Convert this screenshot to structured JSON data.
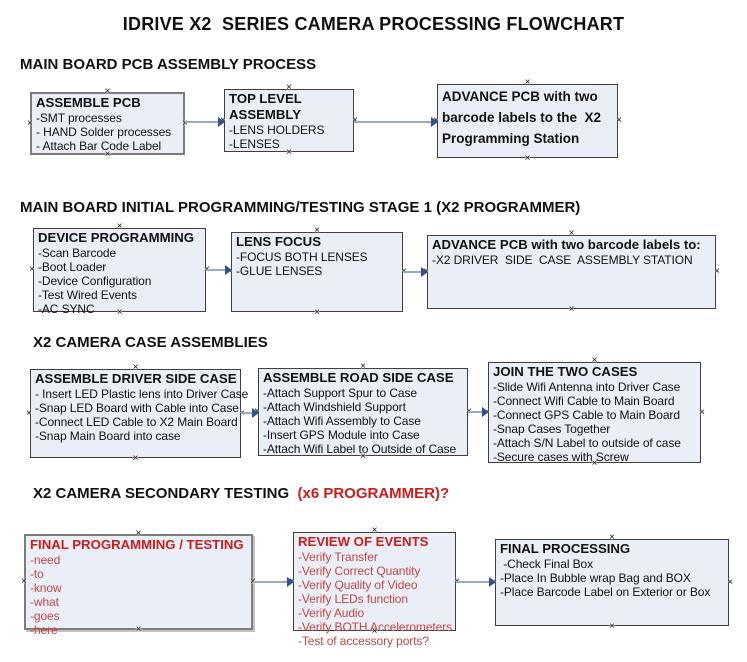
{
  "title": "IDRIVE X2  SERIES CAMERA PROCESSING FLOWCHART",
  "icons": {
    "connection_handle": "×"
  },
  "colors": {
    "box_fill": "#e9eef7",
    "box_border": "#3f3f3f",
    "selected_border": "#7c7c7c",
    "arrow_line": "#94abca",
    "arrow_head": "#31508e",
    "accent_red": "#cb1d1b",
    "red_item": "#c44744",
    "text": "#111111"
  },
  "sections": [
    {
      "text": "MAIN BOARD PCB ASSEMBLY PROCESS",
      "text_red": ""
    },
    {
      "text": "MAIN BOARD INITIAL PROGRAMMING/TESTING STAGE 1 (X2 PROGRAMMER)",
      "text_red": ""
    },
    {
      "text": "X2 CAMERA CASE ASSEMBLIES",
      "text_red": ""
    },
    {
      "text": "X2 CAMERA SECONDARY TESTING ",
      "text_red": " (x6 PROGRAMMER)?"
    }
  ],
  "boxes": {
    "assemble_pcb": {
      "title": "ASSEMBLE PCB",
      "items": [
        "-SMT processes",
        "- HAND Solder processes",
        "- Attach Bar Code Label"
      ]
    },
    "top_level_assembly": {
      "title": "TOP LEVEL ASSEMBLY",
      "items": [
        "-LENS HOLDERS",
        "-LENSES"
      ]
    },
    "advance_to_programming": {
      "title": "ADVANCE PCB with two barcode labels to the  X2 Programming Station",
      "items": []
    },
    "device_programming": {
      "title": "DEVICE PROGRAMMING",
      "items": [
        "-Scan Barcode",
        "-Boot Loader",
        "-Device Configuration",
        "-Test Wired Events",
        "-AC SYNC"
      ]
    },
    "lens_focus": {
      "title": "LENS FOCUS",
      "items": [
        "-FOCUS BOTH LENSES",
        "-GLUE LENSES"
      ]
    },
    "advance_to_assembly": {
      "title": "ADVANCE PCB with two barcode labels to:",
      "items": [
        "-X2 DRIVER  SIDE  CASE  ASSEMBLY STATION"
      ]
    },
    "assemble_driver_side_case": {
      "title": "ASSEMBLE DRIVER SIDE CASE",
      "items": [
        "- Insert LED Plastic lens into Driver Case",
        "-Snap LED Board with Cable into Case",
        "-Connect LED Cable to X2 Main Board",
        "-Snap Main Board into case"
      ]
    },
    "assemble_road_side_case": {
      "title": "ASSEMBLE ROAD SIDE CASE",
      "items": [
        "-Attach Support Spur to Case",
        "-Attach Windshield Support",
        "-Attach Wifi Assembly to Case",
        "-Insert GPS Module into Case",
        "-Attach Wifi Label to Outside of Case"
      ]
    },
    "join_the_two_cases": {
      "title": "JOIN THE TWO CASES",
      "items": [
        "-Slide Wifi Antenna into Driver Case",
        "-Connect Wifi Cable to Main Board",
        "-Connect GPS Cable to Main Board",
        "-Snap Cases Together",
        "-Attach S/N Label to outside of case",
        "-Secure cases with Screw"
      ]
    },
    "final_programming_testing": {
      "title": "FINAL PROGRAMMING / TESTING",
      "items": [
        "-need",
        "-to",
        "-know",
        "-what",
        "-goes",
        "-here"
      ]
    },
    "review_of_events": {
      "title": "REVIEW OF EVENTS",
      "items": [
        "-Verify Transfer",
        "-Verify Correct Quantity",
        "-Verify Quality of Video",
        "-Verify LEDs function",
        "-Verify Audio",
        "-Verify BOTH Accelerometers",
        "-Test of accessory ports?"
      ]
    },
    "final_processing": {
      "title": "FINAL PROCESSING",
      "items": [
        " -Check Final Box",
        "-Place In Bubble wrap Bag and BOX",
        "-Place Barcode Label on Exterior or Box"
      ]
    }
  },
  "connectors": [
    {
      "from": "assemble_pcb",
      "to": "top_level_assembly"
    },
    {
      "from": "top_level_assembly",
      "to": "advance_to_programming"
    },
    {
      "from": "device_programming",
      "to": "lens_focus"
    },
    {
      "from": "lens_focus",
      "to": "advance_to_assembly"
    },
    {
      "from": "assemble_driver_side_case",
      "to": "assemble_road_side_case"
    },
    {
      "from": "assemble_road_side_case",
      "to": "join_the_two_cases"
    },
    {
      "from": "final_programming_testing",
      "to": "review_of_events"
    },
    {
      "from": "review_of_events",
      "to": "final_processing"
    }
  ]
}
